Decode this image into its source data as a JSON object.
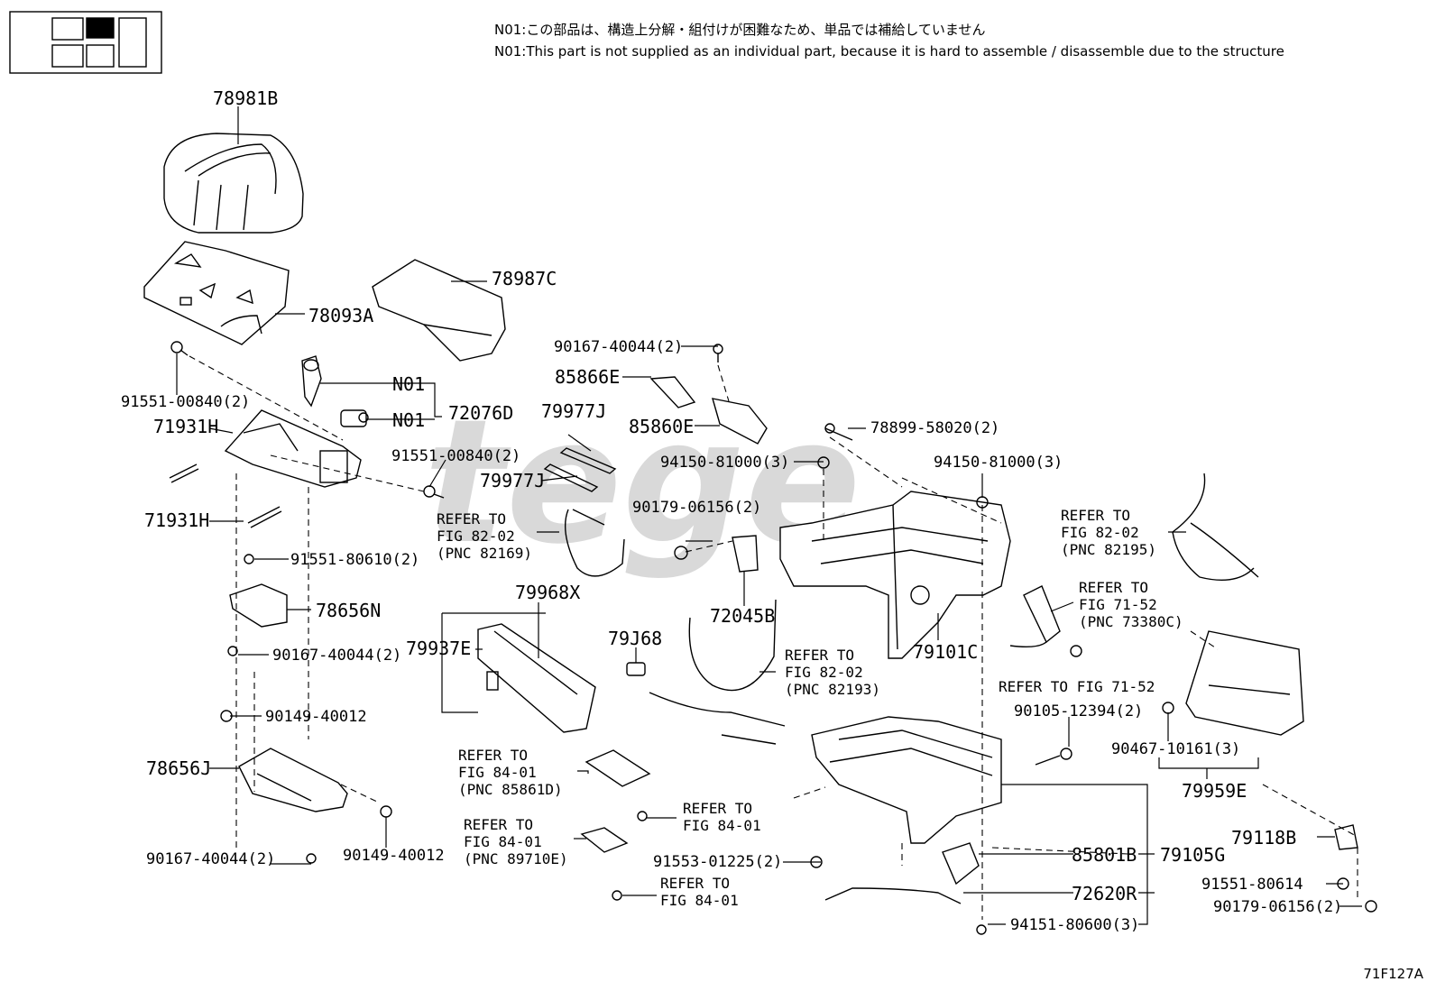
{
  "notes": {
    "jp": "N01:この部品は、構造上分解・組付けが困難なため、単品では補給していません",
    "en": "N01:This part is not supplied as an individual part, because it is hard to assemble / disassemble due to the structure"
  },
  "figure_code": "71F127A",
  "watermark": "tege",
  "parts": {
    "p78981B": "78981B",
    "p78987C": "78987C",
    "p78093A": "78093A",
    "p90167_40044_top": "90167-40044(2)",
    "p85866E": "85866E",
    "p85860E": "85860E",
    "p91551_00840_a": "91551-00840(2)",
    "p91551_00840_b": "91551-00840(2)",
    "n01_a": "N01",
    "n01_b": "N01",
    "p72076D": "72076D",
    "p79977J_a": "79977J",
    "p79977J_b": "79977J",
    "p71931H_a": "71931H",
    "p71931H_b": "71931H",
    "p78899_58020": "78899-58020(2)",
    "p94150_81000_a": "94150-81000(3)",
    "p94150_81000_b": "94150-81000(3)",
    "p90179_06156_a": "90179-06156(2)",
    "p91551_80610": "91551-80610(2)",
    "p78656N": "78656N",
    "p79968X": "79968X",
    "p72045B": "72045B",
    "p79101C": "79101C",
    "p79937E": "79937E",
    "p79J68": "79J68",
    "p90167_40044_mid": "90167-40044(2)",
    "p90149_40012_a": "90149-40012",
    "p78656J": "78656J",
    "p90167_40044_bot": "90167-40044(2)",
    "p90149_40012_b": "90149-40012",
    "p90105_12394": "90105-12394(2)",
    "p90467_10161": "90467-10161(3)",
    "p79959E": "79959E",
    "p79118B": "79118B",
    "p91551_80614": "91551-80614",
    "p90179_06156_b": "90179-06156(2)",
    "p91553_01225": "91553-01225(2)",
    "p85801B": "85801B",
    "p79105G": "79105G",
    "p72620R": "72620R",
    "p94151_80600": "94151-80600(3)"
  },
  "refs": {
    "r82169": "REFER TO\nFIG 82-02\n(PNC 82169)",
    "r82195": "REFER TO\nFIG 82-02\n(PNC 82195)",
    "r73380C": "REFER TO\nFIG 71-52\n(PNC 73380C)",
    "r82193": "REFER TO\nFIG 82-02\n(PNC 82193)",
    "r7152": "REFER TO FIG 71-52",
    "r85861D": "REFER TO\nFIG 84-01\n(PNC 85861D)",
    "r89710E": "REFER TO\nFIG 84-01\n(PNC 89710E)",
    "r8401_a": "REFER TO\nFIG 84-01",
    "r8401_b": "REFER TO\nFIG 84-01"
  }
}
